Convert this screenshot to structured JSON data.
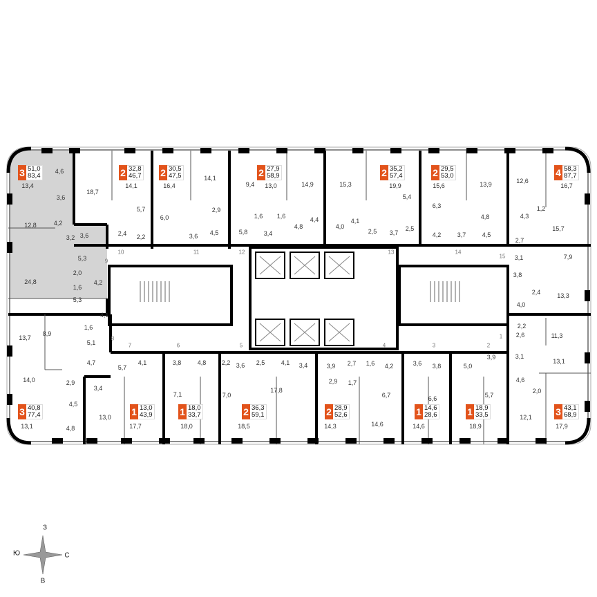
{
  "apartments": [
    {
      "rooms": "3",
      "living": "51,0",
      "total": "83,4"
    },
    {
      "rooms": "2",
      "living": "32,8",
      "total": "46,7"
    },
    {
      "rooms": "2",
      "living": "30,5",
      "total": "47,5"
    },
    {
      "rooms": "2",
      "living": "27,9",
      "total": "58,9"
    },
    {
      "rooms": "2",
      "living": "35,2",
      "total": "57,4"
    },
    {
      "rooms": "2",
      "living": "29,5",
      "total": "53,0"
    },
    {
      "rooms": "4",
      "living": "58,3",
      "total": "87,7"
    },
    {
      "rooms": "3",
      "living": "40,8",
      "total": "77,4"
    },
    {
      "rooms": "1",
      "living": "13,0",
      "total": "43,9"
    },
    {
      "rooms": "1",
      "living": "18,0",
      "total": "33,7"
    },
    {
      "rooms": "2",
      "living": "36,3",
      "total": "59,1"
    },
    {
      "rooms": "2",
      "living": "28,9",
      "total": "52,6"
    },
    {
      "rooms": "1",
      "living": "14,6",
      "total": "28,6"
    },
    {
      "rooms": "1",
      "living": "18,9",
      "total": "33,5"
    },
    {
      "rooms": "3",
      "living": "43,1",
      "total": "68,9"
    }
  ],
  "room_areas": [
    "13,4",
    "4,6",
    "18,7",
    "14,1",
    "16,4",
    "14,1",
    "9,4",
    "13,0",
    "14,9",
    "15,3",
    "19,9",
    "15,6",
    "13,9",
    "12,6",
    "16,7",
    "3,6",
    "12,8",
    "4,2",
    "3,2",
    "5,7",
    "6,0",
    "2,9",
    "3,6",
    "2,4",
    "2,2",
    "3,6",
    "4,5",
    "5,8",
    "1,6",
    "1,6",
    "3,4",
    "4,8",
    "4,4",
    "4,0",
    "4,1",
    "2,5",
    "3,7",
    "2,5",
    "5,4",
    "6,3",
    "4,2",
    "3,7",
    "4,8",
    "4,5",
    "4,3",
    "1,2",
    "2,7",
    "15,7",
    "5,3",
    "2,0",
    "4,2",
    "1,6",
    "24,8",
    "5,3",
    "3,1",
    "7,9",
    "3,8",
    "2,4",
    "4,0",
    "13,3",
    "4,1",
    "13,7",
    "8,9",
    "1,6",
    "5,1",
    "4,7",
    "5,7",
    "4,1",
    "3,8",
    "4,8",
    "2,2",
    "3,6",
    "2,5",
    "4,1",
    "3,4",
    "14,0",
    "2,9",
    "3,4",
    "4,5",
    "4,8",
    "13,1",
    "13,0",
    "17,7",
    "7,1",
    "18,0",
    "7,0",
    "18,5",
    "17,8",
    "2,2",
    "2,6",
    "11,3",
    "3,9",
    "2,7",
    "1,6",
    "4,2",
    "3,6",
    "3,8",
    "5,0",
    "3,9",
    "3,1",
    "13,1",
    "2,9",
    "1,7",
    "6,7",
    "6,6",
    "5,7",
    "4,6",
    "2,0",
    "14,3",
    "14,6",
    "14,6",
    "18,9",
    "12,1",
    "17,9"
  ],
  "doors": [
    "10",
    "11",
    "12",
    "13",
    "14",
    "15",
    "9",
    "8",
    "7",
    "6",
    "5",
    "4",
    "3",
    "2",
    "1"
  ],
  "compass": {
    "north": "З",
    "west": "Ю",
    "east": "С",
    "south": "В"
  },
  "colors": {
    "badge": "#e2531b",
    "selected_unit": "#d4d4d4",
    "walls": "#000000"
  }
}
